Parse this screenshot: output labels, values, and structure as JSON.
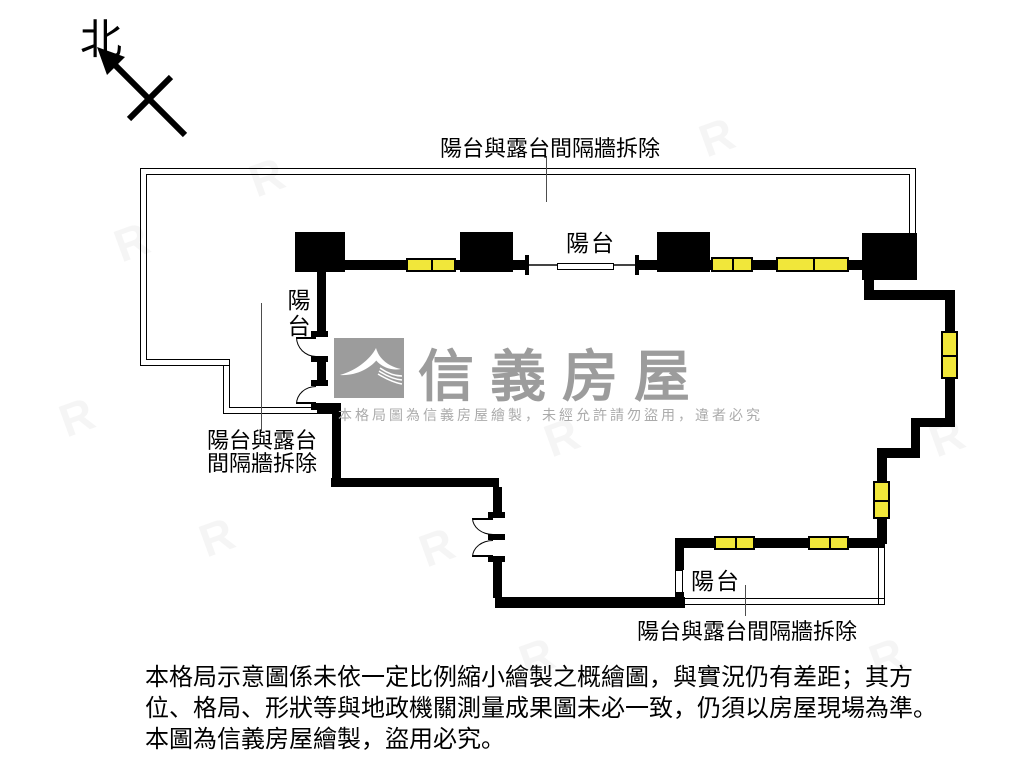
{
  "compass": {
    "north_label": "北"
  },
  "plan": {
    "labels": {
      "top_note": "陽台與露台間隔牆拆除",
      "top_balcony": "陽台",
      "left_balcony": "陽台",
      "left_note_line1": "陽台與露台",
      "left_note_line2": "間隔牆拆除",
      "bottom_balcony": "陽台",
      "bottom_note": "陽台與露台間隔牆拆除"
    }
  },
  "watermark": {
    "brand": "信義房屋",
    "notice": "本格局圖為信義房屋繪製，未經允許請勿盜用，違者必究"
  },
  "disclaimer": {
    "line1": "本格局示意圖係未依一定比例縮小繪製之概繪圖，與實況仍有差距；其方",
    "line2": "位、格局、形狀等與地政機關測量成果圖未必一致，仍須以房屋現場為準。",
    "line3": "本圖為信義房屋繪製，盜用必究。"
  },
  "colors": {
    "wall": "#000000",
    "window_fill": "#f1e73a",
    "watermark_gray": "#9c9c9c",
    "leader": "#4d4d4d"
  }
}
